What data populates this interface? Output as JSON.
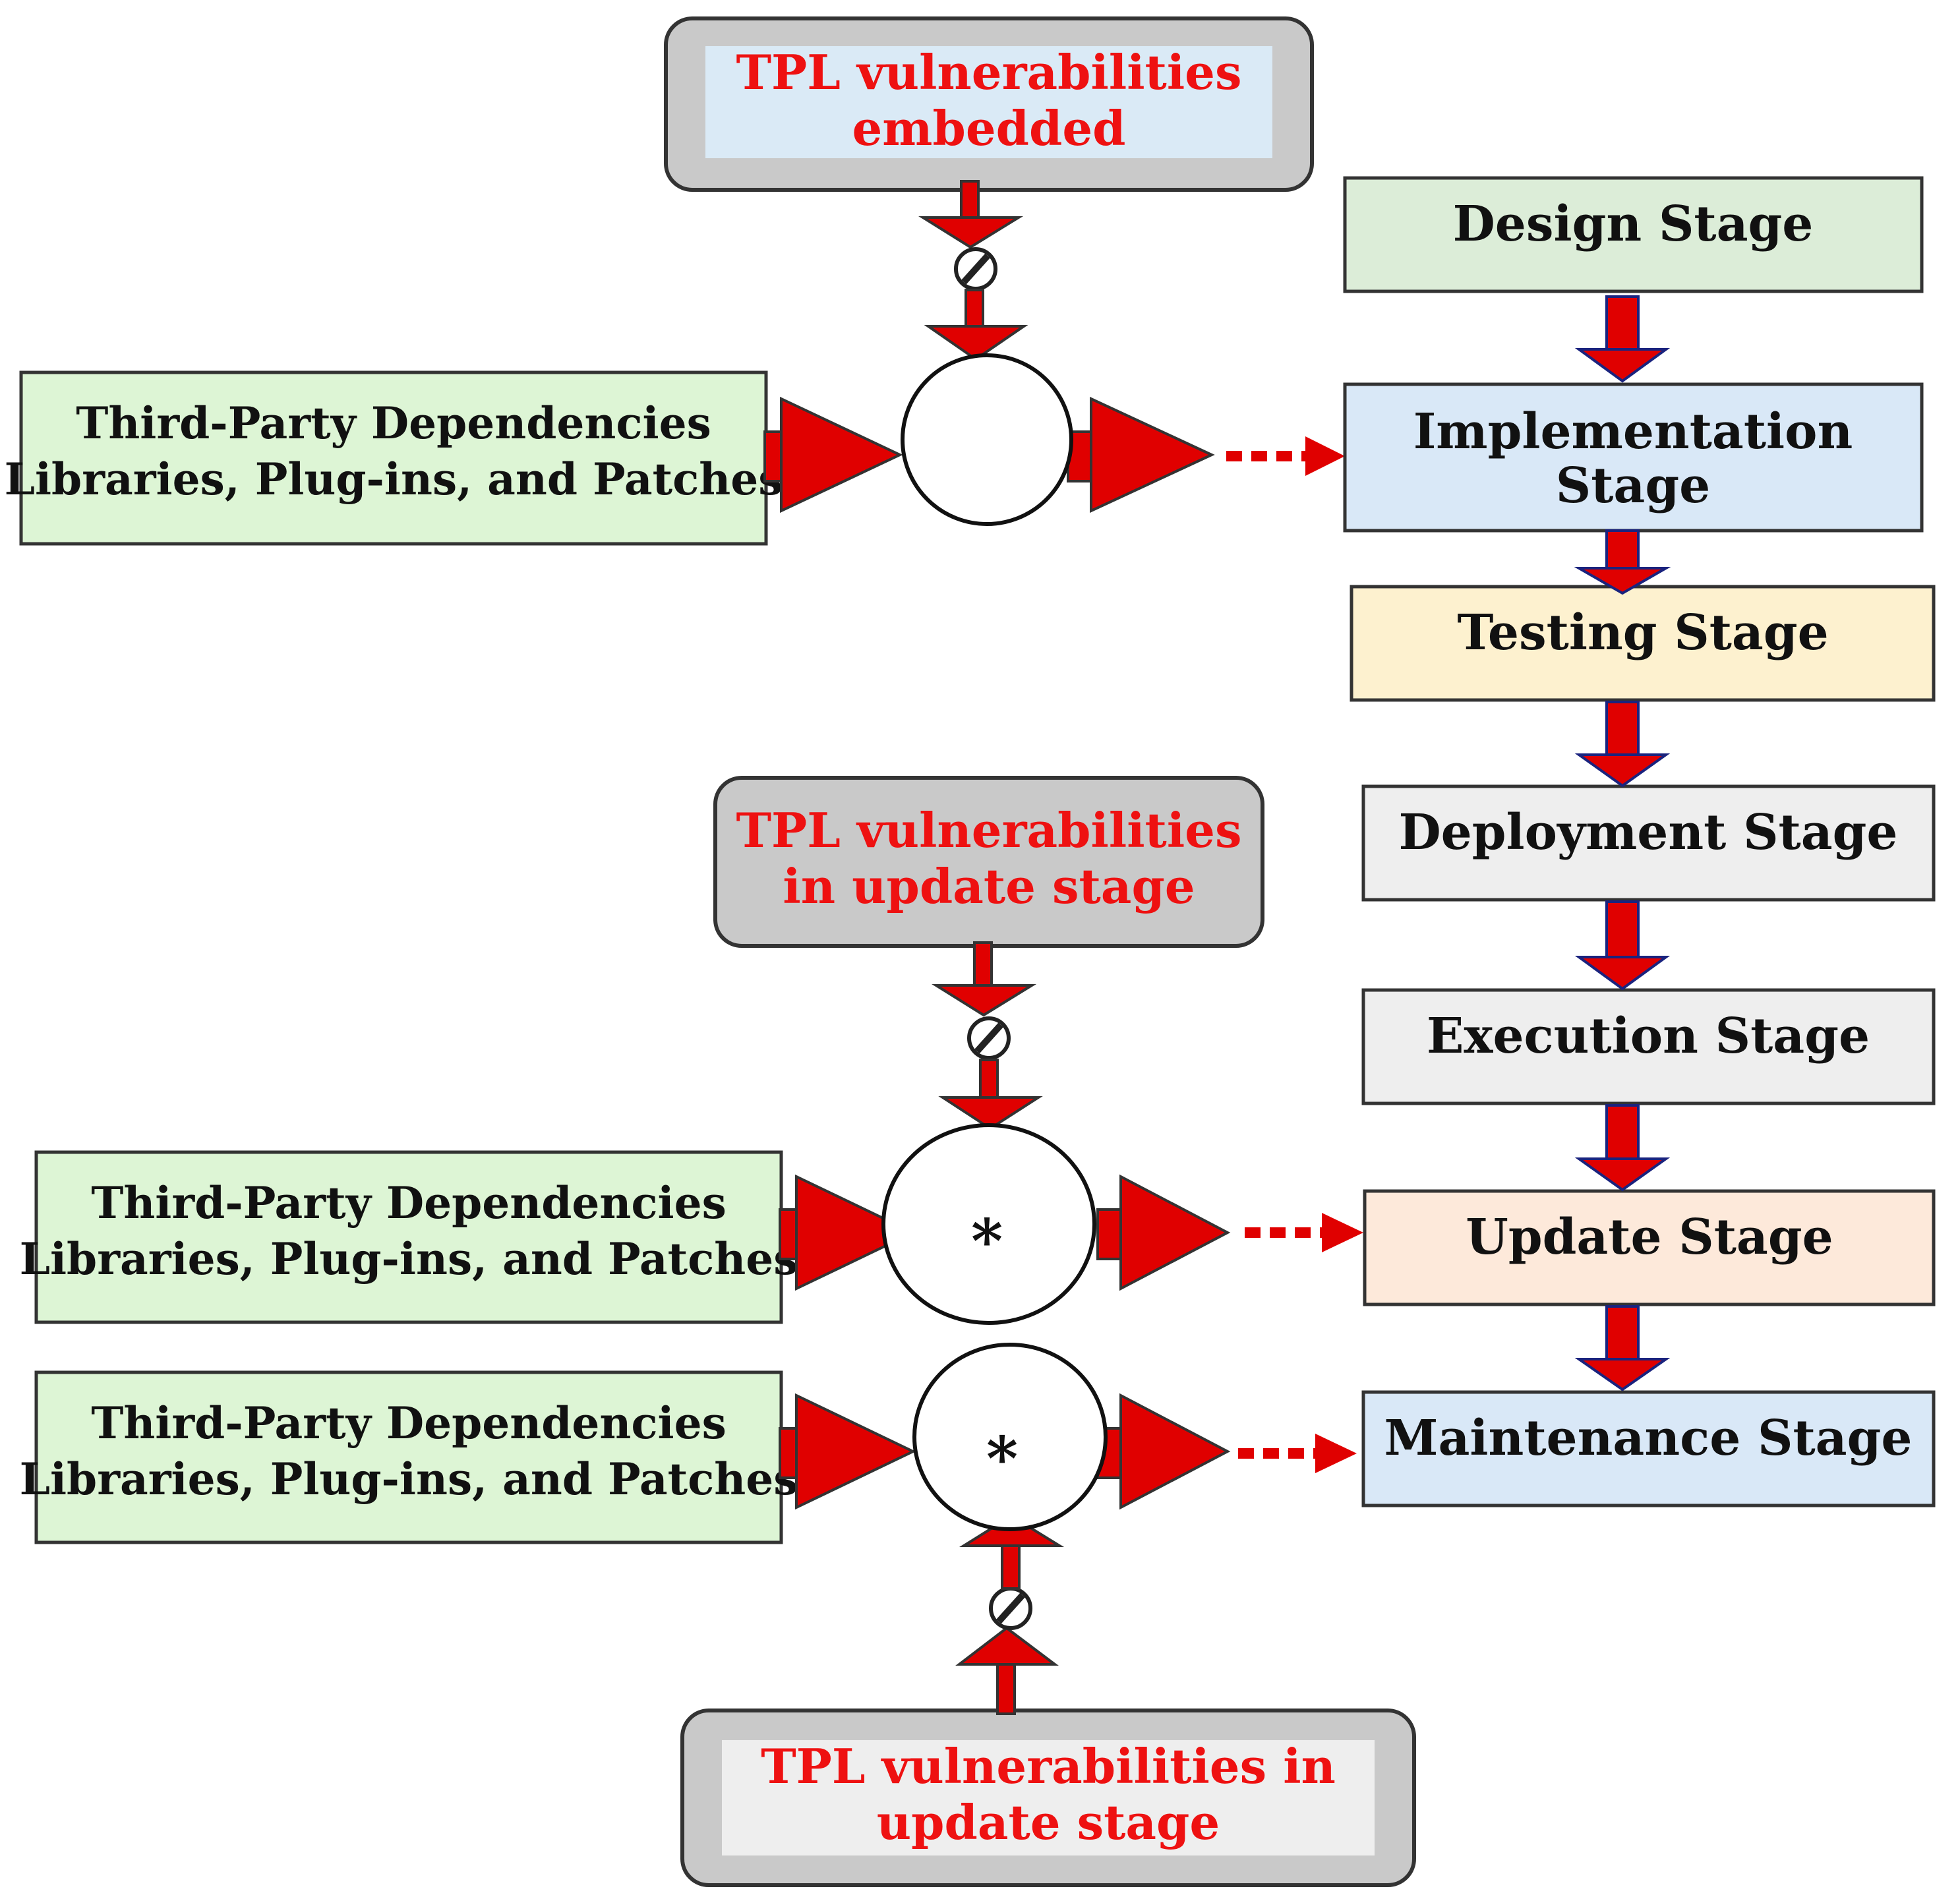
{
  "vulnerability_sources": [
    {
      "lines": [
        "TPL vulnerabilities",
        "embedded"
      ]
    },
    {
      "lines": [
        "TPL vulnerabilities",
        "in update stage"
      ]
    },
    {
      "lines": [
        "TPL vulnerabilities in",
        "update stage"
      ]
    }
  ],
  "dependency_boxes": [
    {
      "lines": [
        "Third-Party Dependencies",
        "Libraries, Plug-ins, and Patches"
      ]
    },
    {
      "lines": [
        "Third-Party Dependencies",
        "Libraries, Plug-ins, and Patches"
      ]
    },
    {
      "lines": [
        "Third-Party Dependencies",
        "Libraries, Plug-ins, and Patches"
      ]
    }
  ],
  "junctions": [
    {
      "symbol": ""
    },
    {
      "symbol": "*"
    },
    {
      "symbol": "*"
    }
  ],
  "stages": [
    {
      "lines": [
        "Design Stage"
      ]
    },
    {
      "lines": [
        "Implementation",
        "Stage"
      ]
    },
    {
      "lines": [
        "Testing Stage"
      ]
    },
    {
      "lines": [
        "Deployment Stage"
      ]
    },
    {
      "lines": [
        "Execution Stage"
      ]
    },
    {
      "lines": [
        "Update Stage"
      ]
    },
    {
      "lines": [
        "Maintenance Stage"
      ]
    }
  ],
  "colors": {
    "arrow_red": "#e00000",
    "arrow_outline": "#1a237e",
    "vuln_text": "#ee1111",
    "stage_fills": [
      "#dcedd8",
      "#d9e8f7",
      "#fdf1cf",
      "#eeeeee",
      "#eeeeee",
      "#fde9da",
      "#d9e8f7"
    ],
    "dependency_fill": "#ddf5d5"
  }
}
